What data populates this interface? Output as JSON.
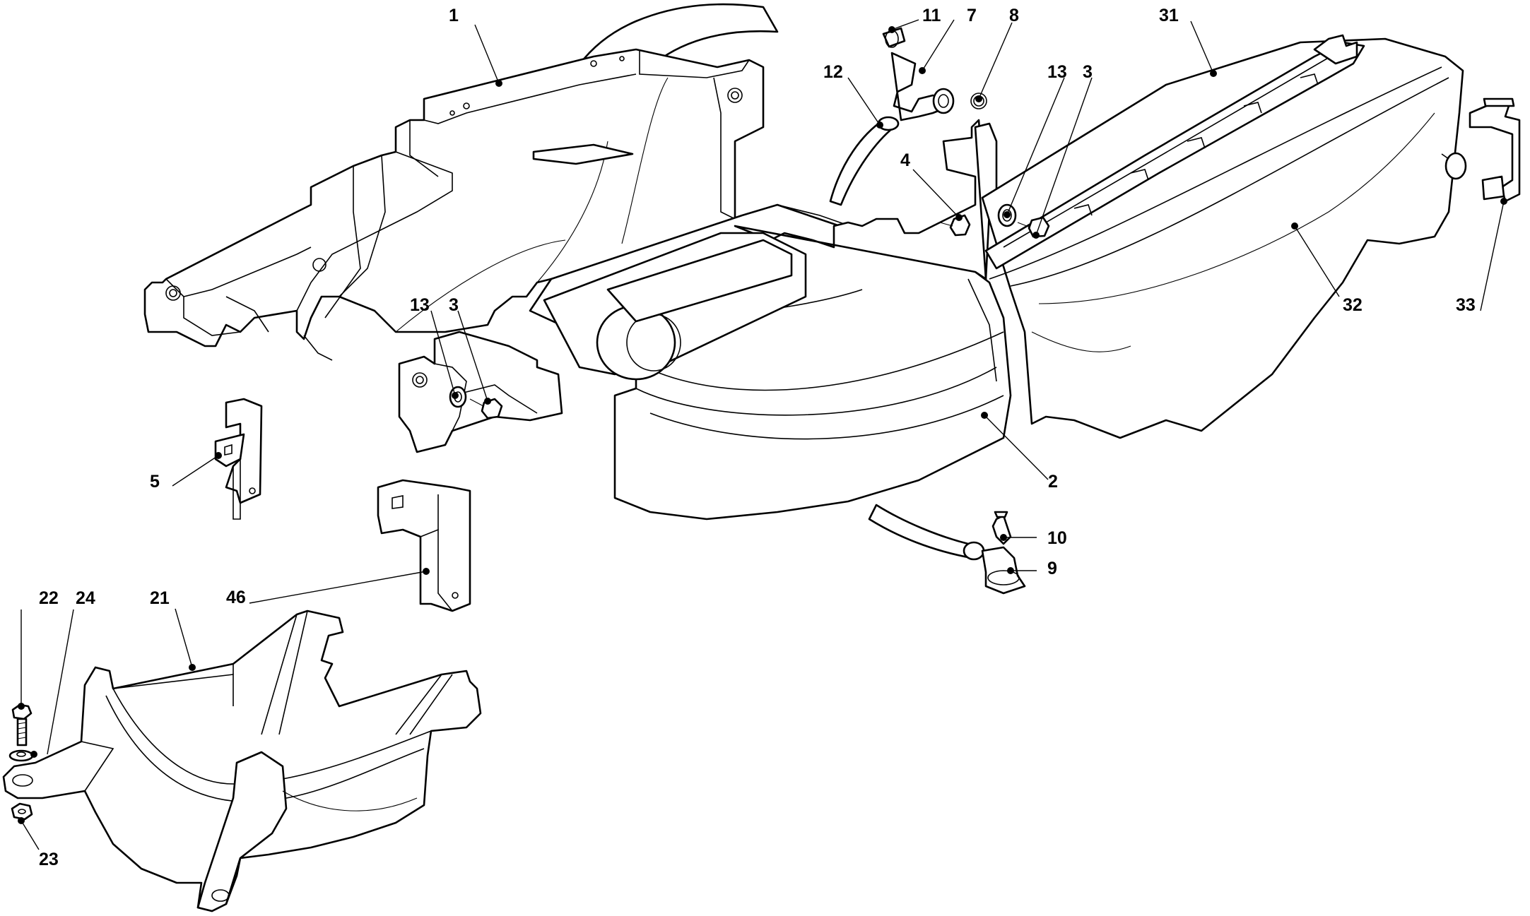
{
  "diagram": {
    "type": "exploded-parts-diagram",
    "callouts": [
      {
        "id": "c1",
        "label": "1"
      },
      {
        "id": "c11",
        "label": "11"
      },
      {
        "id": "c7",
        "label": "7"
      },
      {
        "id": "c8",
        "label": "8"
      },
      {
        "id": "c12",
        "label": "12"
      },
      {
        "id": "c4",
        "label": "4"
      },
      {
        "id": "c13a",
        "label": "13"
      },
      {
        "id": "c3a",
        "label": "3"
      },
      {
        "id": "c31",
        "label": "31"
      },
      {
        "id": "c32",
        "label": "32"
      },
      {
        "id": "c33",
        "label": "33"
      },
      {
        "id": "c13b",
        "label": "13"
      },
      {
        "id": "c3b",
        "label": "3"
      },
      {
        "id": "c5",
        "label": "5"
      },
      {
        "id": "c2",
        "label": "2"
      },
      {
        "id": "c10",
        "label": "10"
      },
      {
        "id": "c9",
        "label": "9"
      },
      {
        "id": "c46",
        "label": "46"
      },
      {
        "id": "c22",
        "label": "22"
      },
      {
        "id": "c24",
        "label": "24"
      },
      {
        "id": "c21",
        "label": "21"
      },
      {
        "id": "c23",
        "label": "23"
      }
    ]
  }
}
